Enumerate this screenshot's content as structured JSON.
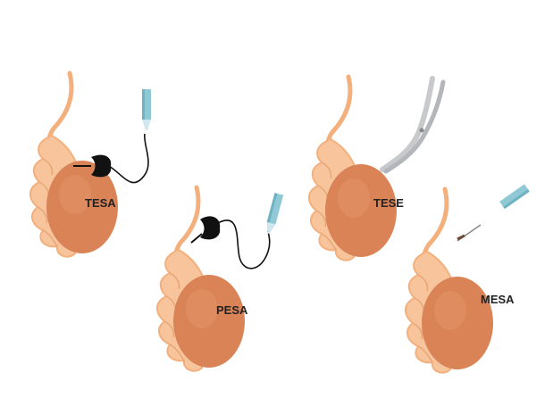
{
  "colors": {
    "cord": "#f3b07c",
    "epididymis": "#f7c49b",
    "testis": "#d98357",
    "testis_highlight": "#e29468",
    "needle_hub": "#8fc9d6",
    "instrument": "#c7c9cc",
    "suction_cup": "#111111",
    "line": "#111111"
  },
  "panels": [
    {
      "id": "tesa",
      "label": "TESA",
      "instrument_icon": "needle-with-suction-icon"
    },
    {
      "id": "pesa",
      "label": "PESA",
      "instrument_icon": "needle-with-suction-icon"
    },
    {
      "id": "tese",
      "label": "TESE",
      "instrument_icon": "scissors-icon"
    },
    {
      "id": "mesa",
      "label": "MESA",
      "instrument_icon": "needle-icon"
    }
  ]
}
